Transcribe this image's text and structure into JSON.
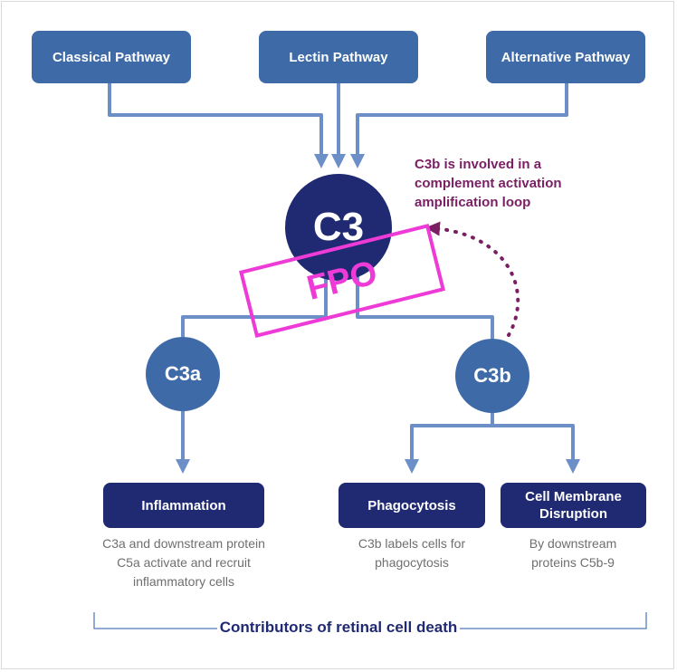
{
  "pathways": [
    {
      "label": "Classical Pathway"
    },
    {
      "label": "Lectin Pathway"
    },
    {
      "label": "Alternative Pathway"
    }
  ],
  "central": {
    "label": "C3"
  },
  "amplification_note": "C3b is involved in a complement activation amplification loop",
  "fpo_stamp": "FPO",
  "fragments": {
    "c3a": "C3a",
    "c3b": "C3b"
  },
  "outcomes": [
    {
      "label": "Inflammation",
      "description": "C3a and downstream protein C5a activate and recruit inflammatory cells"
    },
    {
      "label": "Phagocytosis",
      "description": "C3b labels cells for phagocytosis"
    },
    {
      "label": "Cell Membrane Disruption",
      "description": "By downstream proteins C5b-9"
    }
  ],
  "footer": {
    "label": "Contributors of retinal cell death"
  },
  "colors": {
    "pathway_box": "#3e6aa8",
    "dark_navy": "#1f2a72",
    "connector": "#6d8fc7",
    "loop_text": "#7a1f63",
    "fpo_magenta": "#ee3ad6"
  }
}
